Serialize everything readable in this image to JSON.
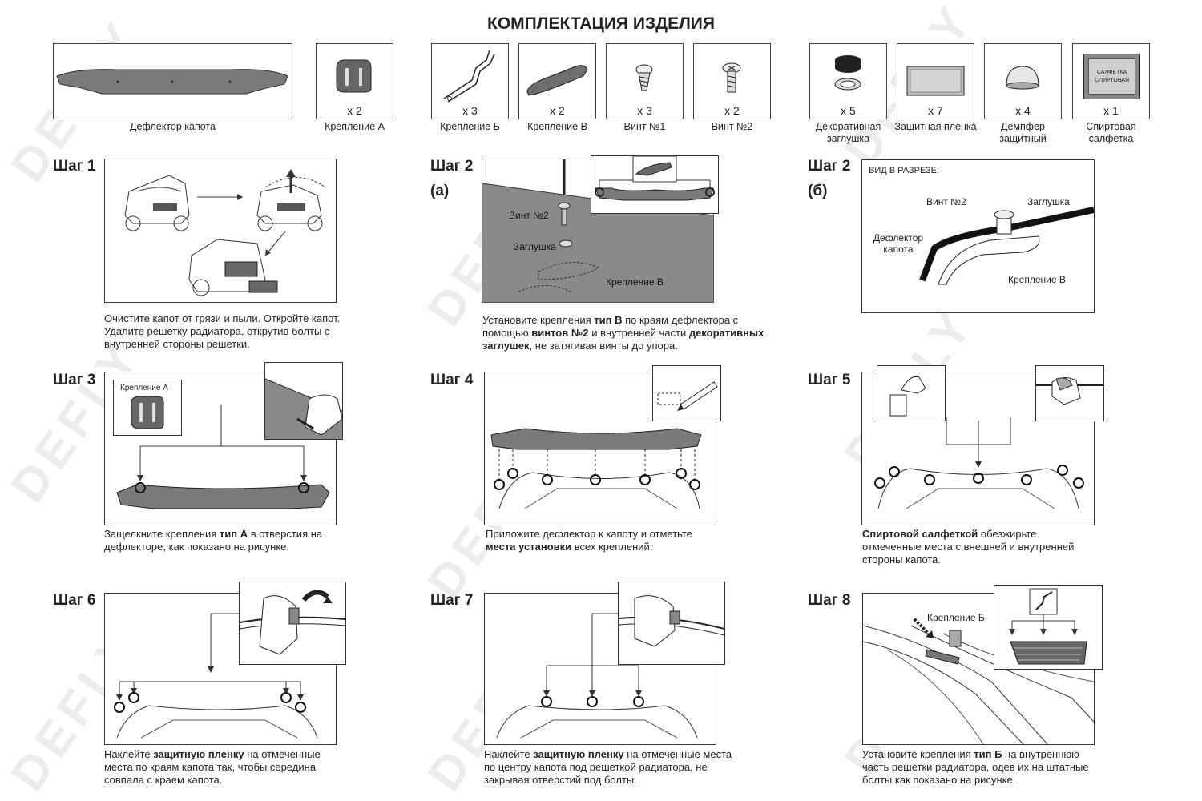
{
  "title": "КОМПЛЕКТАЦИЯ ИЗДЕЛИЯ",
  "watermark": "DEFLY",
  "kit": [
    {
      "name": "Дефлектор капота",
      "qty": ""
    },
    {
      "name": "Крепление  А",
      "qty": "x 2"
    },
    {
      "name": "Крепление  Б",
      "qty": "x 3"
    },
    {
      "name": "Крепление  В",
      "qty": "x 2"
    },
    {
      "name": "Винт №1",
      "qty": "x 3"
    },
    {
      "name": "Винт №2",
      "qty": "x 2"
    },
    {
      "name": "Декоративная заглушка",
      "qty": "x 5"
    },
    {
      "name": "Защитная пленка",
      "qty": "x 7"
    },
    {
      "name": "Демпфер защитный",
      "qty": "x 4"
    },
    {
      "name": "Спиртовая салфетка",
      "qty": "x 1"
    }
  ],
  "wipe_packet_text": "САЛФЕТКА СПИРТОВАЯ",
  "steps": {
    "s1": {
      "label": "Шаг 1",
      "text": "Очистите капот от грязи и пыли. Откройте капот. Удалите решетку радиатора, открутив болты с внутренней стороны решетки."
    },
    "s2a": {
      "label": "Шаг 2",
      "sub": "(а)",
      "callouts": {
        "screw": "Винт №2",
        "plug": "Заглушка",
        "mount": "Крепление В"
      },
      "text": [
        "Установите крепления ",
        "тип В",
        " по краям дефлектора с помощью ",
        "винтов №2",
        " и внутренней части ",
        "декоративных заглушек",
        ", не затягивая винты до упора."
      ]
    },
    "s2b": {
      "label": "Шаг 2",
      "sub": "(б)",
      "caption": "ВИД В РАЗРЕЗЕ:",
      "callouts": {
        "screw": "Винт №2",
        "plug": "Заглушка",
        "deflector": "Дефлектор капота",
        "mount": "Крепление В"
      }
    },
    "s3": {
      "label": "Шаг 3",
      "inset_label": "Крепление  А",
      "text": [
        "Защелкните крепления ",
        "тип А",
        "  в отверстия на дефлекторе, как показано на рисунке."
      ]
    },
    "s4": {
      "label": "Шаг 4",
      "text": [
        "Приложите дефлектор к капоту и отметьте ",
        "места установки",
        " всех креплений."
      ]
    },
    "s5": {
      "label": "Шаг 5",
      "text": [
        "Спиртовой салфеткой",
        " обезжирьте отмеченные места с внешней и внутренней стороны капота."
      ]
    },
    "s6": {
      "label": "Шаг 6",
      "text": [
        "Наклейте ",
        "защитную пленку",
        " на отмеченные места по краям капота так, чтобы середина совпала с краем капота."
      ]
    },
    "s7": {
      "label": "Шаг 7",
      "text": [
        "Наклейте ",
        "защитную пленку",
        " на отмеченные места по центру капота под решеткой радиатора, не закрывая отверстий под болты."
      ]
    },
    "s8": {
      "label": "Шаг 8",
      "callout": "Крепление Б",
      "text": [
        "Установите крепления ",
        "тип Б",
        " на внутреннюю часть решетки радиатора, одев их на штатные болты как показано на рисунке."
      ]
    }
  }
}
